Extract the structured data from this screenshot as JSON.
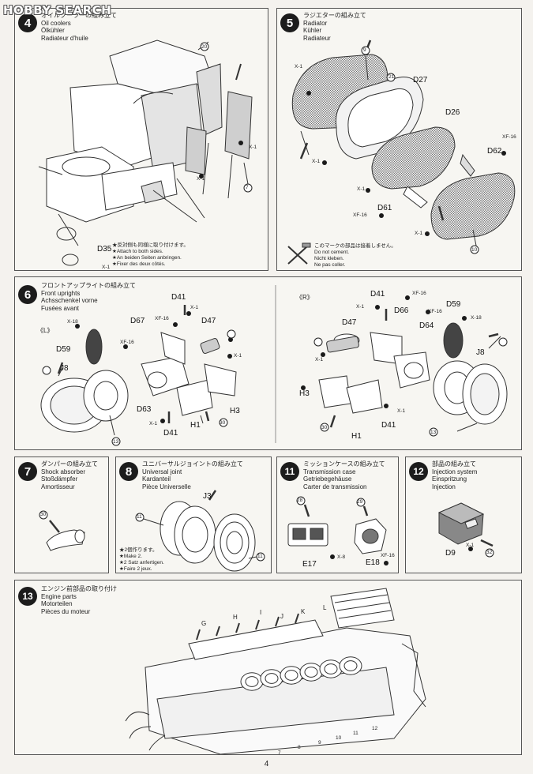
{
  "watermark": "HOBBY SEARCH",
  "page_number": "4",
  "steps": {
    "s4": {
      "num": "4",
      "jp": "オイルクーラーの組み立て",
      "en": "Oil coolers",
      "de": "Ölkühler",
      "fr": "Radiateur d'huile",
      "parts": [
        "20",
        "X-1",
        "X-1",
        "7",
        "D35",
        "X-1"
      ],
      "note": [
        "★反対側も同様に取り付けます。",
        "★Attach to both sides.",
        "★An beiden Seiten anbringen.",
        "★Fixer des deux côtés."
      ]
    },
    "s5": {
      "num": "5",
      "jp": "ラジエターの組み立て",
      "en": "Radiator",
      "de": "Kühler",
      "fr": "Radiateur",
      "parts": [
        "X-1",
        "9",
        "21",
        "D27",
        "D26",
        "XF-16",
        "D62",
        "X-1",
        "X-1",
        "D61",
        "XF-16",
        "X-1",
        "10"
      ],
      "note": [
        "このマークの部品は接着しません。",
        "Do not cement.",
        "Nicht kleben.",
        "Ne pas coller."
      ]
    },
    "s6": {
      "num": "6",
      "jp": "フロントアップライトの組み立て",
      "en": "Front uprights",
      "de": "Achsschenkel vorne",
      "fr": "Fusées avant",
      "left_mark": "《L》",
      "right_mark": "《R》",
      "left_parts": [
        "X-18",
        "D59",
        "XF-16",
        "J8",
        "D67",
        "D41",
        "X-1",
        "XF-16",
        "D47",
        "X-1",
        "D63",
        "X-1",
        "H1",
        "H3",
        "D41",
        "30",
        "13"
      ],
      "right_parts": [
        "D41",
        "X-1",
        "XF-16",
        "D66",
        "XF-16",
        "D59",
        "D47",
        "X-18",
        "D64",
        "J8",
        "X-1",
        "H3",
        "X-1",
        "D41",
        "30",
        "H1",
        "13"
      ]
    },
    "s7": {
      "num": "7",
      "jp": "ダンパーの組み立て",
      "en": "Shock absorber",
      "de": "Stoßdämpfer",
      "fr": "Amortisseur",
      "parts": [
        "30"
      ]
    },
    "s8": {
      "num": "8",
      "jp": "ユニバーサルジョイントの組み立て",
      "en": "Universal joint",
      "de": "Kardanteil",
      "fr": "Pièce Universelle",
      "parts": [
        "J3",
        "11",
        "11"
      ],
      "note": [
        "★2個作ります。",
        "★Make 2.",
        "★2 Satz anfertigen.",
        "★Faire 2 jeux."
      ]
    },
    "s11": {
      "num": "11",
      "jp": "ミッションケースの組み立て",
      "en": "Transmission case",
      "de": "Getriebegehäuse",
      "fr": "Carter de transmission",
      "parts": [
        "28",
        "X-8",
        "E17",
        "29",
        "XF-16",
        "E18"
      ]
    },
    "s12": {
      "num": "12",
      "jp": "部品の組み立て",
      "en": "Injection system",
      "de": "Einspritzung",
      "fr": "Injection",
      "parts": [
        "D9",
        "X-1",
        "32"
      ]
    },
    "s13": {
      "num": "13",
      "jp": "エンジン前部品の取り付け",
      "en": "Engine parts",
      "de": "Motorteilen",
      "fr": "Pièces du moteur",
      "top_letters": [
        "G",
        "H",
        "I",
        "J",
        "K",
        "L"
      ],
      "bottom_numbers": [
        "7",
        "8",
        "9",
        "10",
        "11",
        "12"
      ]
    }
  }
}
